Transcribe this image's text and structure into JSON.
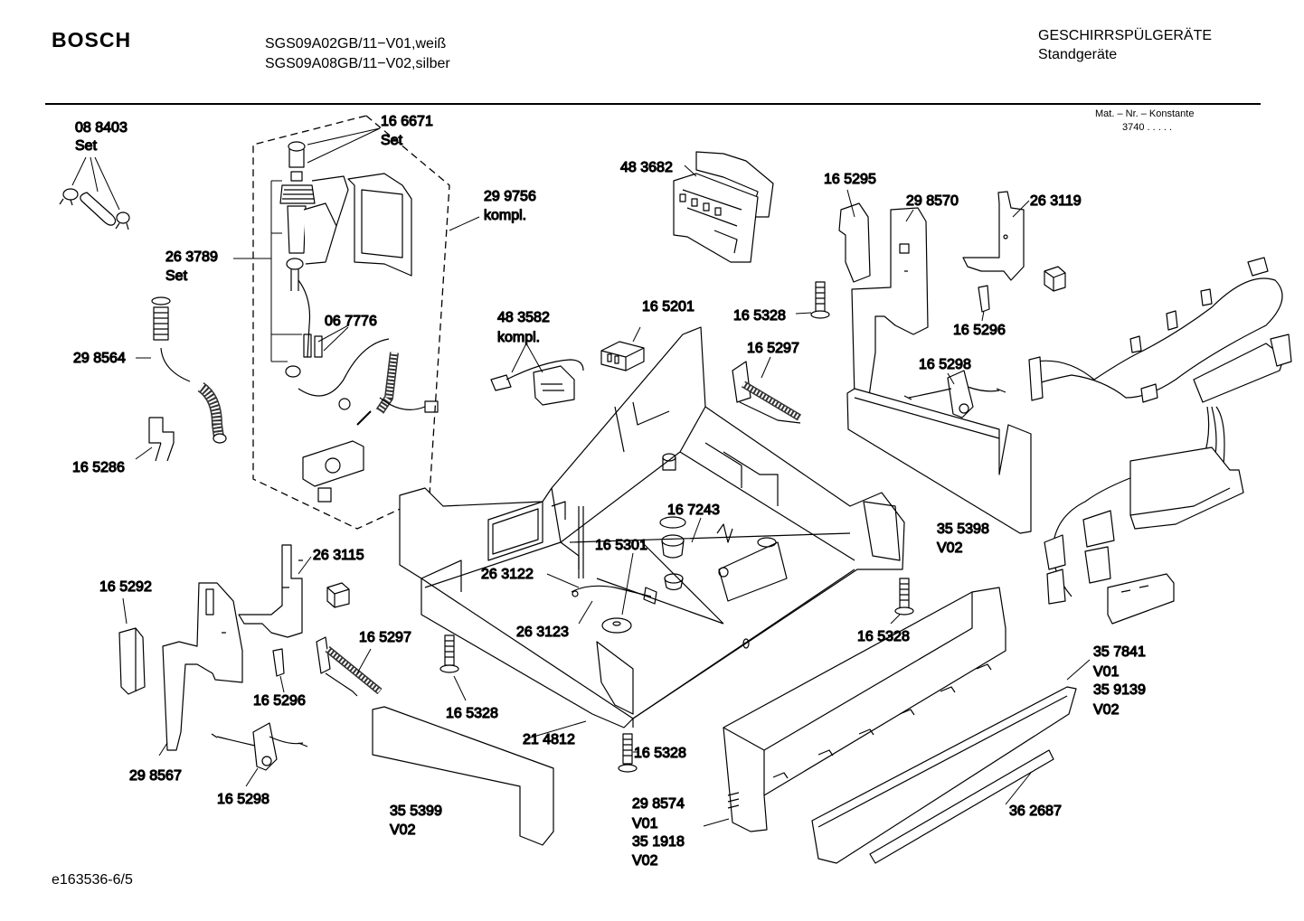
{
  "header": {
    "brand": "BOSCH",
    "model_line_1": "SGS09A02GB/11−V01,weiß",
    "model_line_2": "SGS09A08GB/11−V02,silber",
    "category": "GESCHIRRSPÜLGERÄTE",
    "subcategory": "Standgeräte",
    "mat_label": "Mat. – Nr. – Konstante",
    "mat_value": "3740  .  .  .  .  ."
  },
  "footer": {
    "doc_id": "e163536-6/5"
  },
  "labels": {
    "p088403": "08 8403",
    "p088403_set": "Set",
    "p166671": "16 6671",
    "p166671_set": "Set",
    "p299756": "29 9756",
    "p299756_k": "kompl.",
    "p263789": "26 3789",
    "p263789_set": "Set",
    "p298564": "29 8564",
    "p067776": "06 7776",
    "p165286": "16 5286",
    "p483682": "48 3682",
    "p483582": "48 3582",
    "p483582_k": "kompl.",
    "p165201": "16 5201",
    "p165295": "16 5295",
    "p298570": "29 8570",
    "p263119": "26 3119",
    "p165328_a": "16 5328",
    "p165296_a": "16 5296",
    "p165297_a": "16 5297",
    "p165298_a": "16 5298",
    "p167243": "16 7243",
    "p165301": "16 5301",
    "p263122": "26 3122",
    "p263123": "26 3123",
    "p263115": "26 3115",
    "p165292": "16 5292",
    "p165297_b": "16 5297",
    "p165296_b": "16 5296",
    "p165328_b": "16 5328",
    "p165328_c": "16 5328",
    "p165328_d": "16 5328",
    "p355398": "35 5398",
    "p355398_v": "V02",
    "p298567": "29 8567",
    "p165298_b": "16 5298",
    "p214812": "21 4812",
    "p355399": "35 5399",
    "p355399_v": "V02",
    "p298574": "29 8574",
    "p298574_v": "V01",
    "p351918": "35 1918",
    "p351918_v": "V02",
    "p357841": "35 7841",
    "p357841_v": "V01",
    "p359139": "35 9139",
    "p359139_v": "V02",
    "p362687": "36 2687"
  }
}
